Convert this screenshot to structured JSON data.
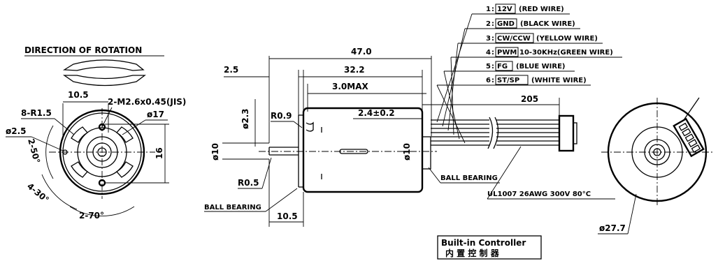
{
  "front_view": {
    "direction_label": "DIRECTION OF ROTATION",
    "dim_width": "10.5",
    "dim_screw": "2-M2.6x0.45(JIS)",
    "dim_radius": "8-R1.5",
    "dim_phi17": "ø17",
    "dim_phi25": "ø2.5",
    "dim_2_50": "2-50°",
    "dim_4_30": "4-30°",
    "dim_2_70": "2-70°",
    "dim_16": "16"
  },
  "side_view": {
    "dim_470": "47.0",
    "dim_25": "2.5",
    "dim_322": "32.2",
    "dim_30max": "3.0MAX",
    "dim_phi23": "ø2.3",
    "dim_r09": "R0.9",
    "dim_24": "2.4±0.2",
    "dim_205": "205",
    "dim_phi10_left": "ø10",
    "dim_phi10_right": "ø10",
    "dim_r05": "R0.5",
    "dim_105": "10.5",
    "ball_bearing_left": "BALL BEARING",
    "ball_bearing_right": "BALL BEARING",
    "cable_spec": "UL1007 26AWG 300V 80°C"
  },
  "wires": [
    {
      "num": "1",
      "code": "12V",
      "desc": "(RED WIRE)"
    },
    {
      "num": "2",
      "code": "GND",
      "desc": "(BLACK WIRE)"
    },
    {
      "num": "3",
      "code": "CW/CCW",
      "desc": "(YELLOW WIRE)"
    },
    {
      "num": "4",
      "code": "PWM",
      "desc": "10-30KHz(GREEN WIRE)"
    },
    {
      "num": "5",
      "code": "FG",
      "desc": "(BLUE WIRE)"
    },
    {
      "num": "6",
      "code": "ST/SP",
      "desc": "(WHITE WIRE)"
    }
  ],
  "rear_view": {
    "dim_phi277": "ø27.7"
  },
  "controller": {
    "line1": "Built-in Controller",
    "line2": "内 置 控 制 器"
  }
}
